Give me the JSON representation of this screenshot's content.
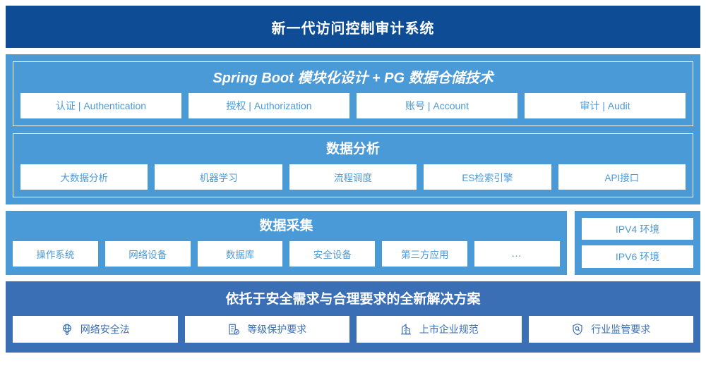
{
  "header": {
    "title": "新一代访问控制审计系统"
  },
  "colors": {
    "header_navy": "#0f4c96",
    "panel_blue": "#4b9ad8",
    "solution_blue": "#3a6eb5",
    "chip_white": "#ffffff"
  },
  "platform": {
    "heading": "Spring Boot 模块化设计 + PG 数据仓储技术",
    "modules": [
      {
        "label": "认证 | Authentication"
      },
      {
        "label": "授权 | Authorization"
      },
      {
        "label": "账号 | Account"
      },
      {
        "label": "审计 | Audit"
      }
    ]
  },
  "analysis": {
    "heading": "数据分析",
    "modules": [
      {
        "label": "大数据分析"
      },
      {
        "label": "机器学习"
      },
      {
        "label": "流程调度"
      },
      {
        "label": "ES检索引擎"
      },
      {
        "label": "API接口"
      }
    ]
  },
  "collection": {
    "heading": "数据采集",
    "sources": [
      {
        "label": "操作系统"
      },
      {
        "label": "网络设备"
      },
      {
        "label": "数据库"
      },
      {
        "label": "安全设备"
      },
      {
        "label": "第三方应用"
      },
      {
        "label": "…"
      }
    ]
  },
  "environments": {
    "items": [
      {
        "label": "IPV4 环境"
      },
      {
        "label": "IPV6 环境"
      }
    ]
  },
  "solution": {
    "heading": "依托于安全需求与合理要求的全新解决方案",
    "items": [
      {
        "label": "网络安全法",
        "icon": "globe-network-icon"
      },
      {
        "label": "等级保护要求",
        "icon": "document-check-icon"
      },
      {
        "label": "上市企业规范",
        "icon": "bank-building-icon"
      },
      {
        "label": "行业监管要求",
        "icon": "shield-search-icon"
      }
    ]
  }
}
